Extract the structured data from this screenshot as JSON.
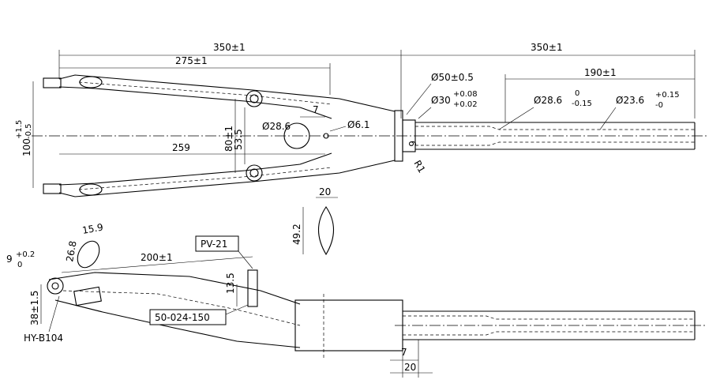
{
  "dimensions": {
    "top_left_overall": "350±1",
    "top_right_overall": "350±1",
    "top_inner": "275±1",
    "steerer_190": "190±1",
    "crown_dia": "Ø50±0.5",
    "bearing_dia_base": "Ø30",
    "bearing_tol_upper": "+0.08",
    "bearing_tol_lower": "+0.02",
    "steerer_dia_base": "Ø28.6",
    "steerer_tol_upper": "0",
    "steerer_tol_lower": "-0.15",
    "steerer_top_base": "Ø23.6",
    "steerer_top_tol_upper": "+0.15",
    "steerer_top_tol_lower": "-0",
    "width_base": "100",
    "width_tol_upper": "+1.5",
    "width_tol_lower": "-0.5",
    "len_259": "259",
    "d80": "80±1",
    "d53": "53.5",
    "hole_28": "Ø28.6",
    "hole_6": "Ø6.1",
    "d7_top": "7",
    "d6": "6",
    "r1": "R1",
    "d20_top": "20",
    "d49": "49.2",
    "d15": "15.9",
    "d26": "26.8",
    "d9_base": "9",
    "d9_tol_upper": "+0.2",
    "d9_tol_lower": "0",
    "d200": "200±1",
    "d13": "13.5",
    "d38": "38±1.5",
    "d7_bottom": "7",
    "d20_bottom": "20"
  },
  "labels": {
    "part_pv": "PV-21",
    "part_50": "50-024-150",
    "part_hy": "HY-B104"
  }
}
